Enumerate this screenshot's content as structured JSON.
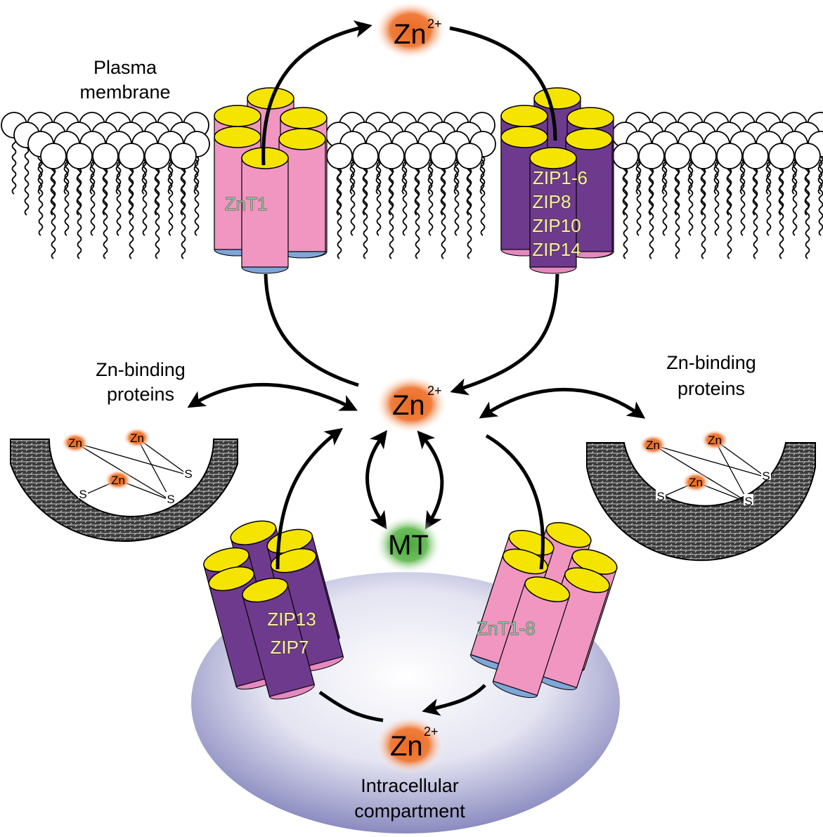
{
  "title": "Zinc transporter and zinc homeostasis diagram",
  "labels": {
    "plasma_membrane_line1": "Plasma",
    "plasma_membrane_line2": "membrane",
    "zn_binding_left_line1": "Zn-binding",
    "zn_binding_left_line2": "proteins",
    "zn_binding_right_line1": "Zn-binding",
    "zn_binding_right_line2": "proteins",
    "intracellular_line1": "Intracellular",
    "intracellular_line2": "compartment",
    "mt": "MT"
  },
  "ions": {
    "extracellular": {
      "symbol": "Zn",
      "charge": "2+"
    },
    "cytosolic": {
      "symbol": "Zn",
      "charge": "2+"
    },
    "intracellular": {
      "symbol": "Zn",
      "charge": "2+"
    }
  },
  "binding_sites": {
    "zn_label": "Zn",
    "s_label": "S"
  },
  "transporters": {
    "znt_membrane": {
      "label": "ZnT1",
      "family": "ZnT",
      "color": "#f096c1"
    },
    "zip_membrane": {
      "labels": [
        "ZIP1-6",
        "ZIP8",
        "ZIP10",
        "ZIP14"
      ],
      "family": "ZIP",
      "color": "#6e3a8e"
    },
    "zip_compartment": {
      "labels": [
        "ZIP13",
        "ZIP7"
      ],
      "family": "ZIP",
      "color": "#6e3a8e"
    },
    "znt_compartment": {
      "label": "ZnT1-8",
      "family": "ZnT",
      "color": "#f096c1"
    }
  },
  "colors": {
    "helix_top": "#f5e400",
    "zn_glow": "#ee7a35",
    "mt_glow": "#5bb54a",
    "compartment": "#8f8fc4"
  }
}
